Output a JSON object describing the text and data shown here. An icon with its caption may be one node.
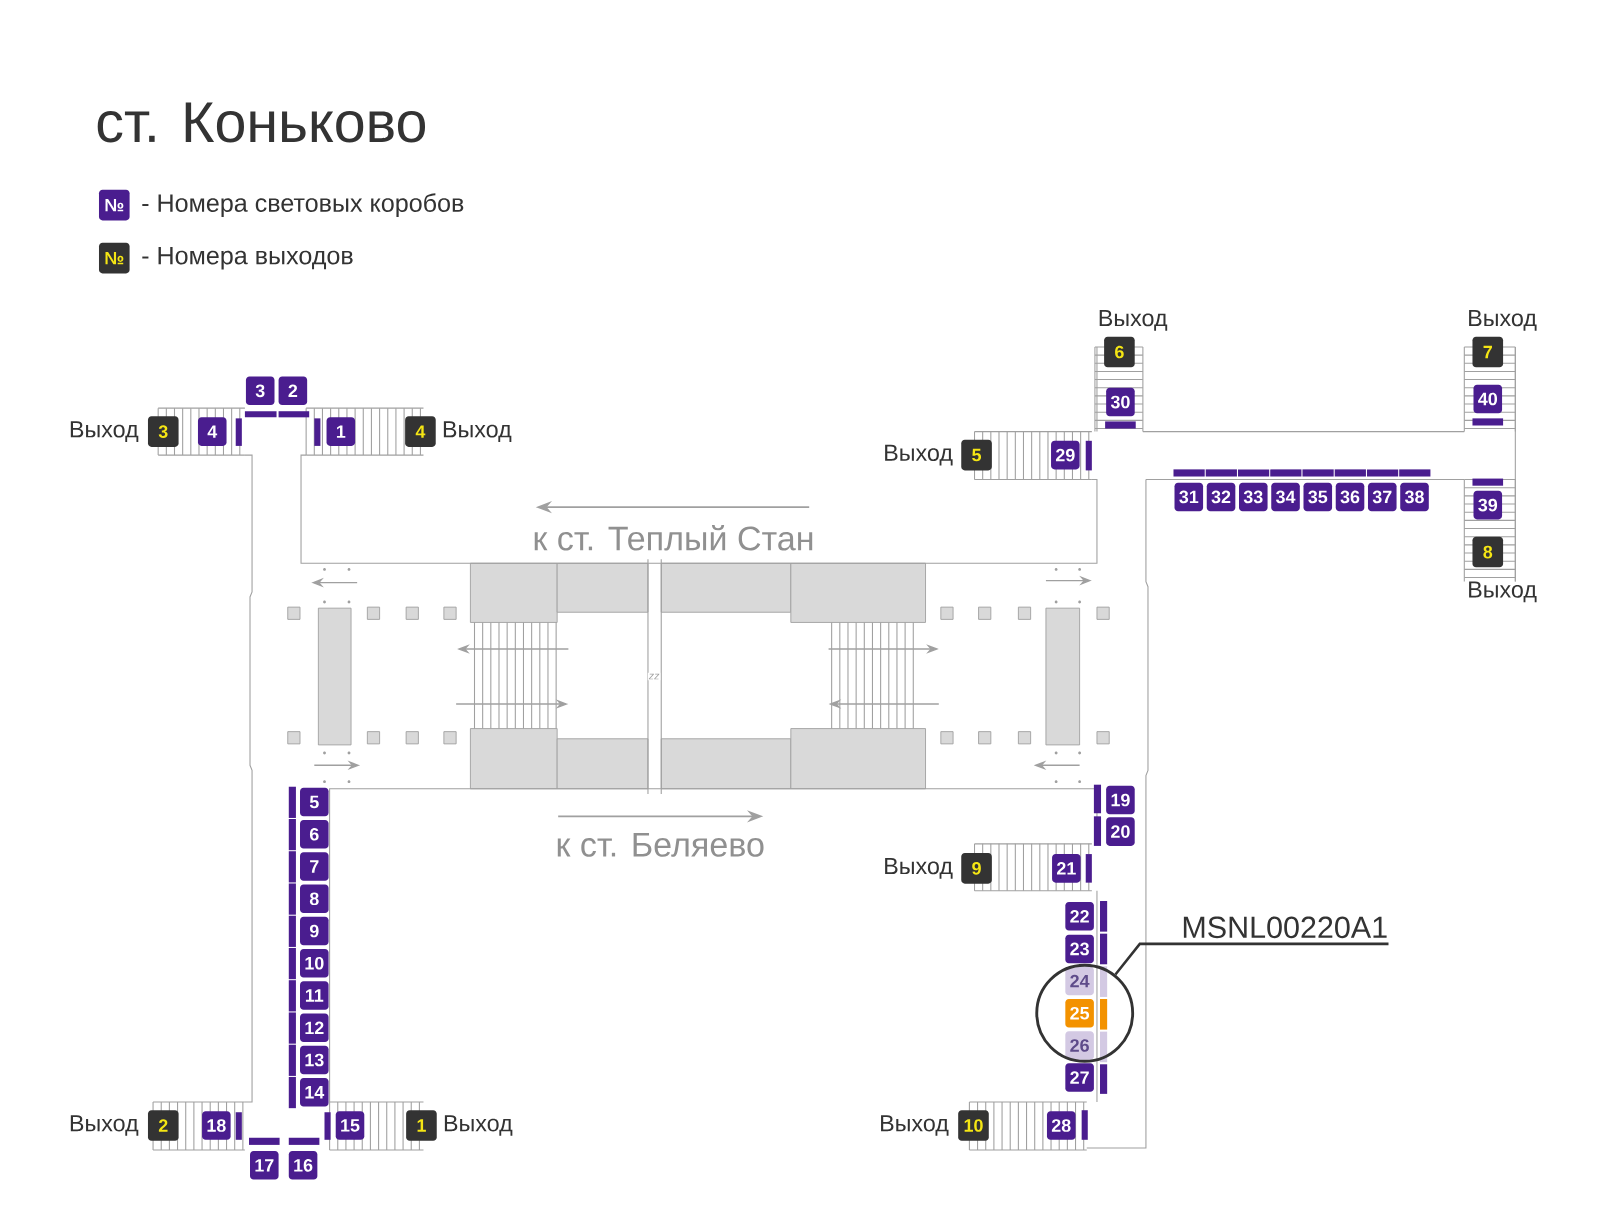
{
  "diagram": {
    "title": "ст. Коньково",
    "nodes": [
      {
        "text": [
          "1"
        ]
      },
      {
        "text": [
          "2"
        ]
      },
      {
        "text": [
          "3"
        ]
      },
      {
        "text": [
          "4"
        ]
      },
      {
        "text": [
          "5"
        ]
      },
      {
        "text": [
          "6"
        ]
      },
      {
        "text": [
          "7"
        ]
      },
      {
        "text": [
          "8"
        ]
      },
      {
        "text": [
          "9"
        ]
      },
      {
        "text": [
          "10"
        ]
      },
      {
        "text": [
          "11"
        ]
      },
      {
        "text": [
          "12"
        ]
      },
      {
        "text": [
          "13"
        ]
      },
      {
        "text": [
          "14"
        ]
      },
      {
        "text": [
          "15"
        ]
      },
      {
        "text": [
          "16"
        ]
      },
      {
        "text": [
          "17"
        ]
      },
      {
        "text": [
          "18"
        ]
      },
      {
        "text": [
          "19"
        ]
      },
      {
        "text": [
          "20"
        ]
      },
      {
        "text": [
          "21"
        ]
      },
      {
        "text": [
          "22"
        ]
      },
      {
        "text": [
          "23"
        ]
      },
      {
        "text": [
          "24"
        ],
        "in": 50
      },
      {
        "text": [
          "25"
        ],
        "in": 50
      },
      {
        "text": [
          "26"
        ],
        "in": 50
      },
      {
        "text": [
          "27"
        ]
      },
      {
        "text": [
          "28"
        ]
      },
      {
        "text": [
          "29"
        ]
      },
      {
        "text": [
          "30"
        ]
      },
      {
        "text": [
          "31"
        ]
      },
      {
        "text": [
          "32"
        ]
      },
      {
        "text": [
          "33"
        ]
      },
      {
        "text": [
          "34"
        ]
      },
      {
        "text": [
          "35"
        ]
      },
      {
        "text": [
          "36"
        ]
      },
      {
        "text": [
          "37"
        ]
      },
      {
        "text": [
          "38"
        ]
      },
      {
        "text": [
          "39"
        ]
      },
      {
        "text": [
          "40"
        ]
      },
      {
        "text": [
          "1"
        ],
        "beside": [
          "Выход"
        ]
      },
      {
        "text": [
          "2"
        ],
        "beside": [
          "Выход"
        ]
      },
      {
        "text": [
          "3"
        ],
        "beside": [
          "Выход"
        ]
      },
      {
        "text": [
          "4"
        ],
        "beside": [
          "Выход"
        ]
      },
      {
        "text": [
          "5"
        ],
        "beside": [
          "Выход"
        ]
      },
      {
        "text": [
          "6"
        ],
        "beside": [
          "Выход"
        ]
      },
      {
        "text": [
          "7"
        ],
        "beside": [
          "Выход"
        ]
      },
      {
        "text": [
          "8"
        ],
        "beside": [
          "Выход"
        ]
      },
      {
        "text": [
          "9"
        ],
        "beside": [
          "Выход"
        ]
      },
      {
        "text": [
          "10"
        ],
        "beside": [
          "Выход"
        ]
      },
      {
        "text": [],
        "shape": "circle"
      },
      {
        "text": [
          "MSNL00220A1"
        ]
      }
    ],
    "edges": [
      {
        "from": 51,
        "to": 50,
        "arrow": "none"
      }
    ],
    "labels": [
      "№",
      "№",
      "к ст. Теплый Стан",
      "zz",
      "к ст. Беляево"
    ],
    "legend": [
      {
        "text": "- Номера световых коробов",
        "color": "#4a1d8f"
      },
      {
        "text": "- Номера выходов",
        "color": "#333333"
      }
    ]
  }
}
